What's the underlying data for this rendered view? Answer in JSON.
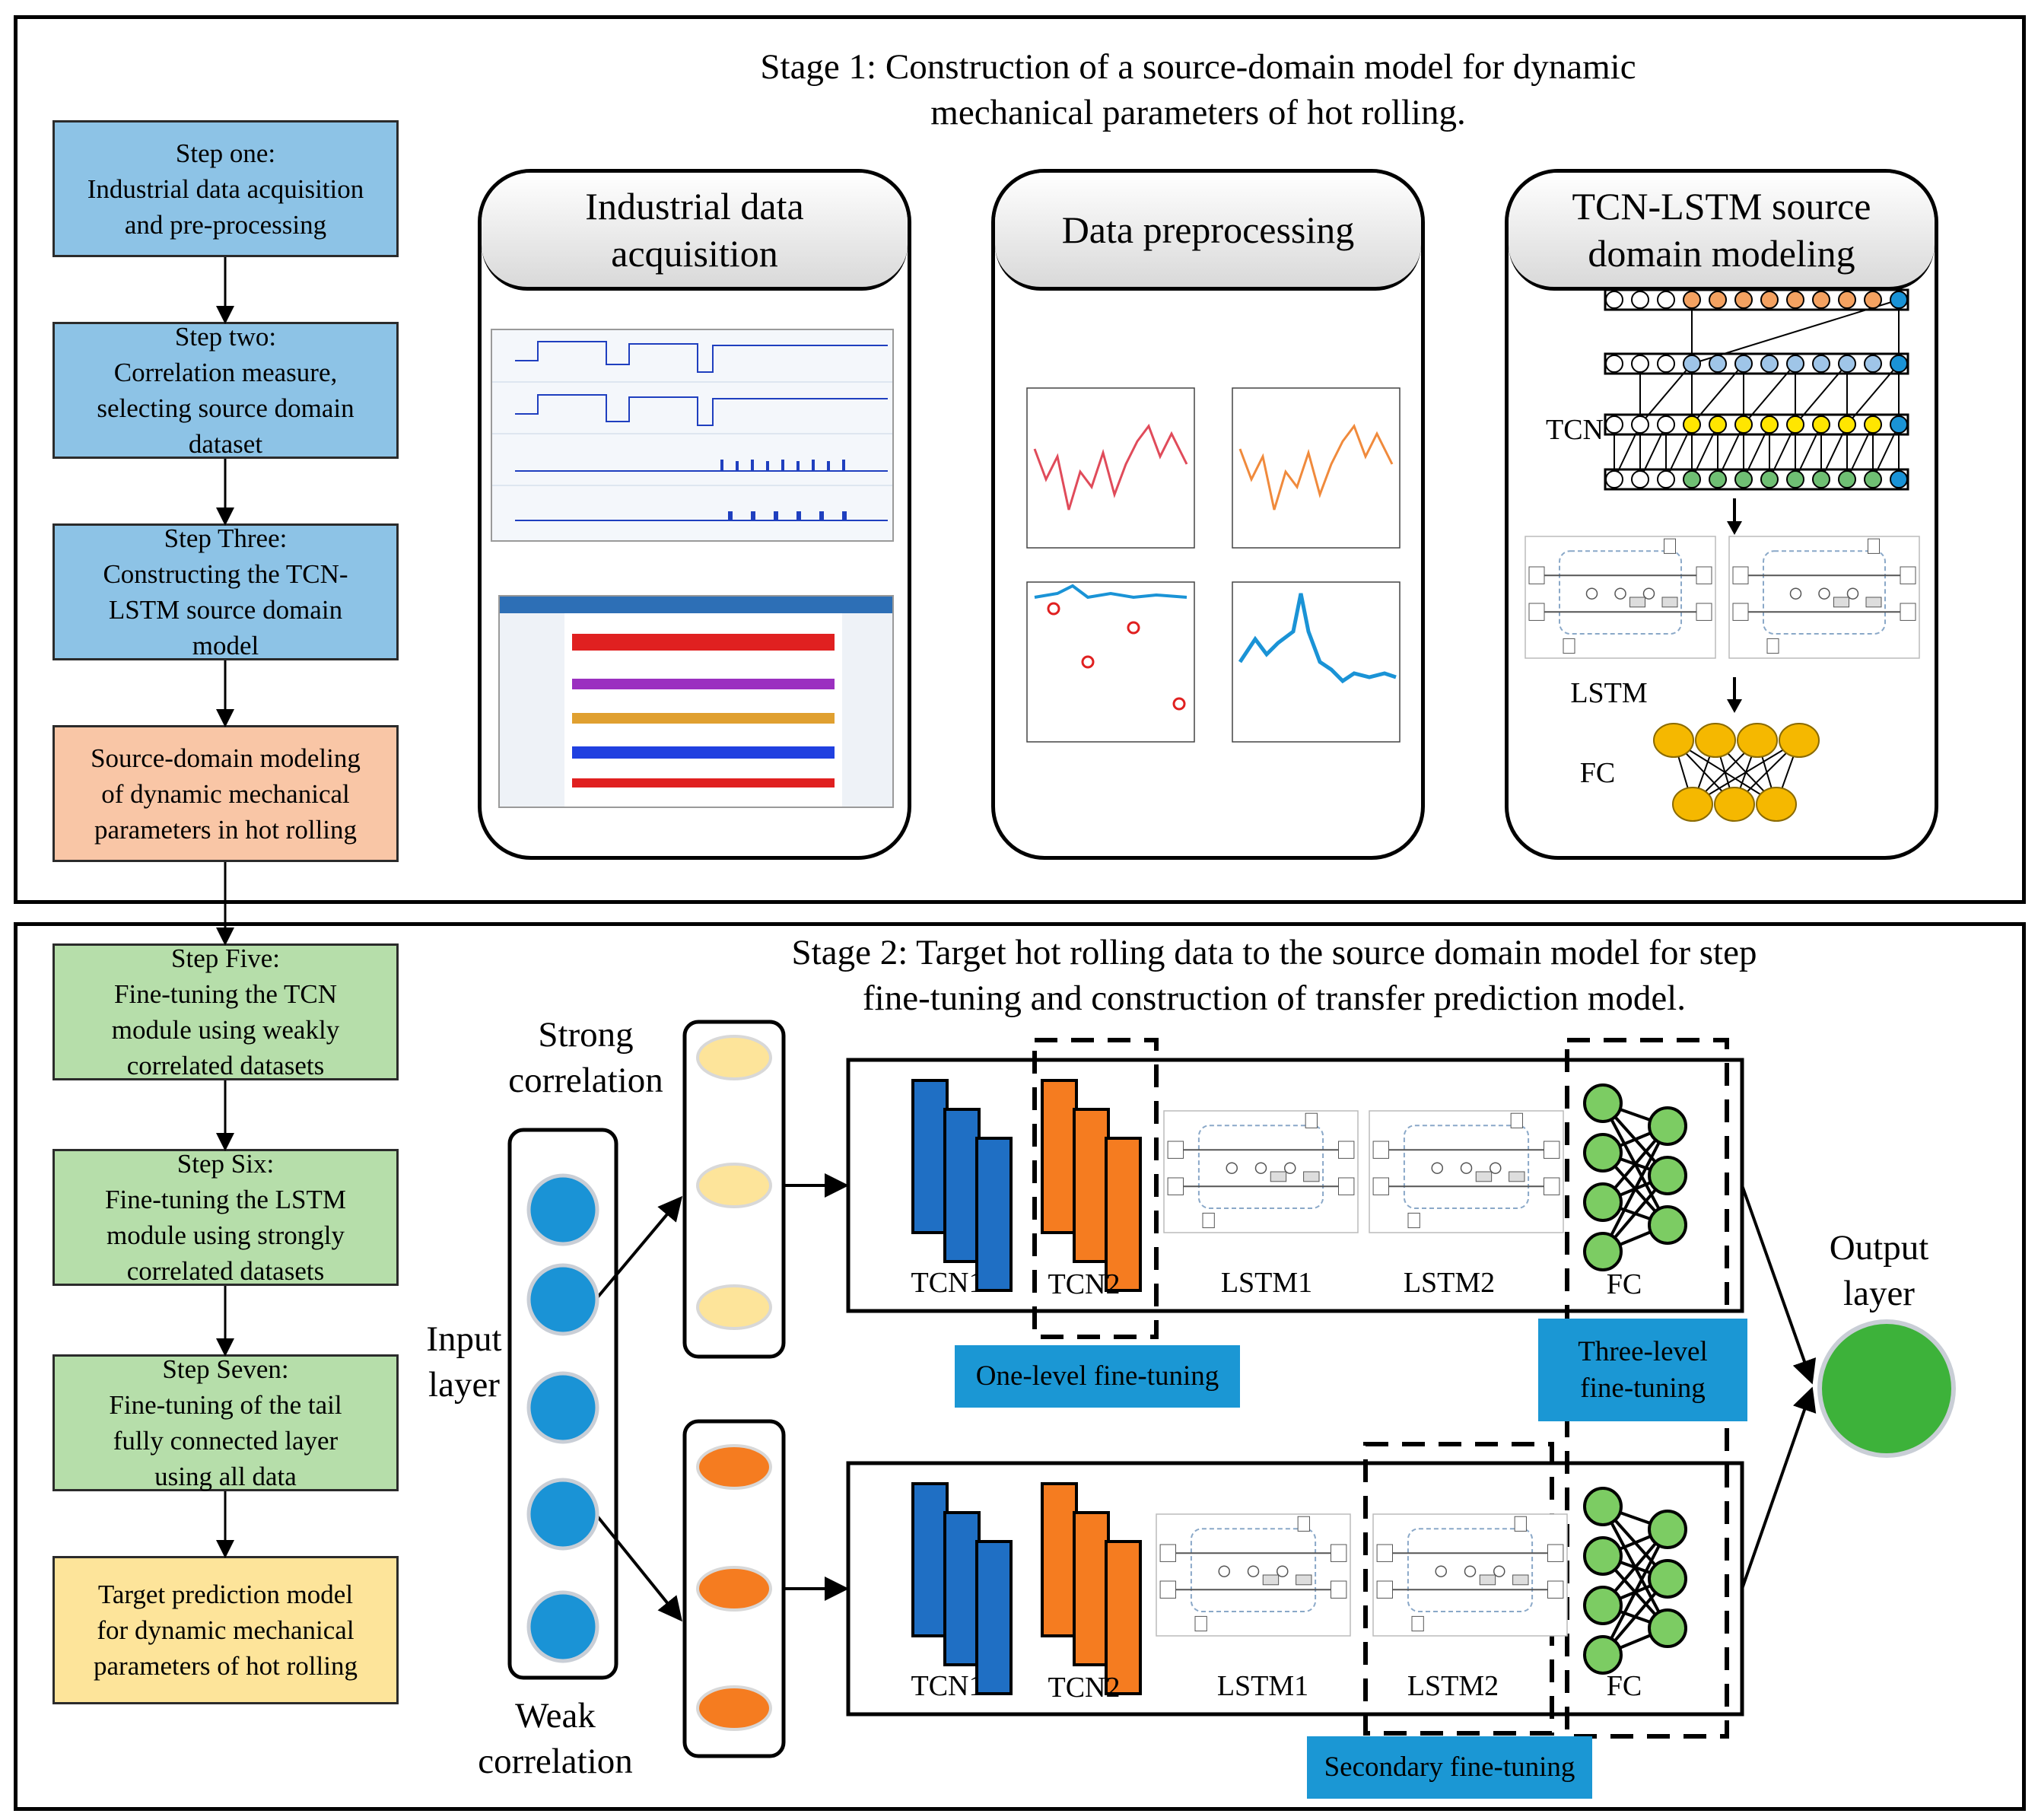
{
  "stage1": {
    "title_line1": "Stage 1: Construction of a source-domain model for dynamic",
    "title_line2": "mechanical parameters of hot rolling."
  },
  "stage2": {
    "title_line1": "Stage 2: Target hot rolling data to the source domain model for step",
    "title_line2": "fine-tuning and construction of transfer prediction model."
  },
  "steps": [
    {
      "lines": [
        "Step one:",
        "Industrial data acquisition",
        "and pre-processing"
      ],
      "color": "#8dc3e6"
    },
    {
      "lines": [
        "Step two:",
        "Correlation measure,",
        "selecting source domain",
        "dataset"
      ],
      "color": "#8dc3e6"
    },
    {
      "lines": [
        "Step Three:",
        "Constructing the TCN-",
        "LSTM source domain",
        "model"
      ],
      "color": "#8dc3e6"
    },
    {
      "lines": [
        "Source-domain modeling",
        "of dynamic mechanical",
        "parameters in hot rolling"
      ],
      "color": "#f9c6a6"
    },
    {
      "lines": [
        "Step Five:",
        "Fine-tuning the TCN",
        "module using weakly",
        "correlated datasets"
      ],
      "color": "#b6deaa"
    },
    {
      "lines": [
        "Step Six:",
        "Fine-tuning the LSTM",
        "module using strongly",
        "correlated datasets"
      ],
      "color": "#b6deaa"
    },
    {
      "lines": [
        "Step Seven:",
        "Fine-tuning of the tail",
        "fully connected layer",
        "using all data"
      ],
      "color": "#b6deaa"
    },
    {
      "lines": [
        "Target prediction model",
        "for dynamic mechanical",
        "parameters of hot rolling"
      ],
      "color": "#fde49a"
    }
  ],
  "panels": {
    "acquisition": {
      "line1": "Industrial data",
      "line2": "acquisition"
    },
    "preprocessing": {
      "line1": "Data preprocessing"
    },
    "modeling": {
      "line1": "TCN-LSTM source",
      "line2": "domain modeling"
    }
  },
  "model_labels": {
    "tcn": "TCN",
    "lstm": "LSTM",
    "fc": "FC"
  },
  "stage2_labels": {
    "strong_line1": "Strong",
    "strong_line2": "correlation",
    "weak_line1": "Weak",
    "weak_line2": "correlation",
    "input_line1": "Input",
    "input_line2": "layer",
    "output_line1": "Output",
    "output_line2": "layer",
    "tcn1": "TCN1",
    "tcn2": "TCN2",
    "lstm1": "LSTM1",
    "lstm2": "LSTM2",
    "fc": "FC"
  },
  "tags": {
    "one_level": "One-level fine-tuning",
    "three_level_line1": "Three-level",
    "three_level_line2": "fine-tuning",
    "secondary": "Secondary fine-tuning"
  },
  "colors": {
    "tcn1": "#1f6fc4",
    "tcn2": "#f57c20",
    "input_node": "#1a93d6",
    "strong_node": "#fde49a",
    "weak_node": "#f57c20",
    "output_node": "#3db23a",
    "fc_node": "#7ccc63",
    "tag": "#1b97d4"
  }
}
